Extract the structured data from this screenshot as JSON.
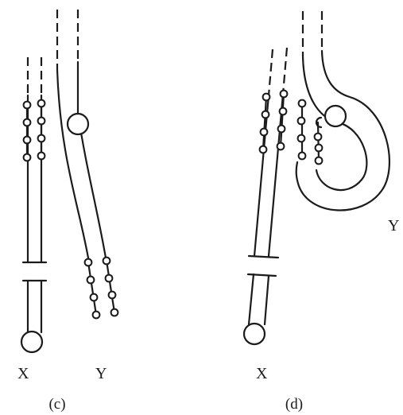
{
  "panel_c": {
    "caption": "(c)",
    "label_x": "X",
    "label_y": "Y"
  },
  "panel_d": {
    "caption": "(d)",
    "label_x": "X",
    "label_y": "Y"
  }
}
